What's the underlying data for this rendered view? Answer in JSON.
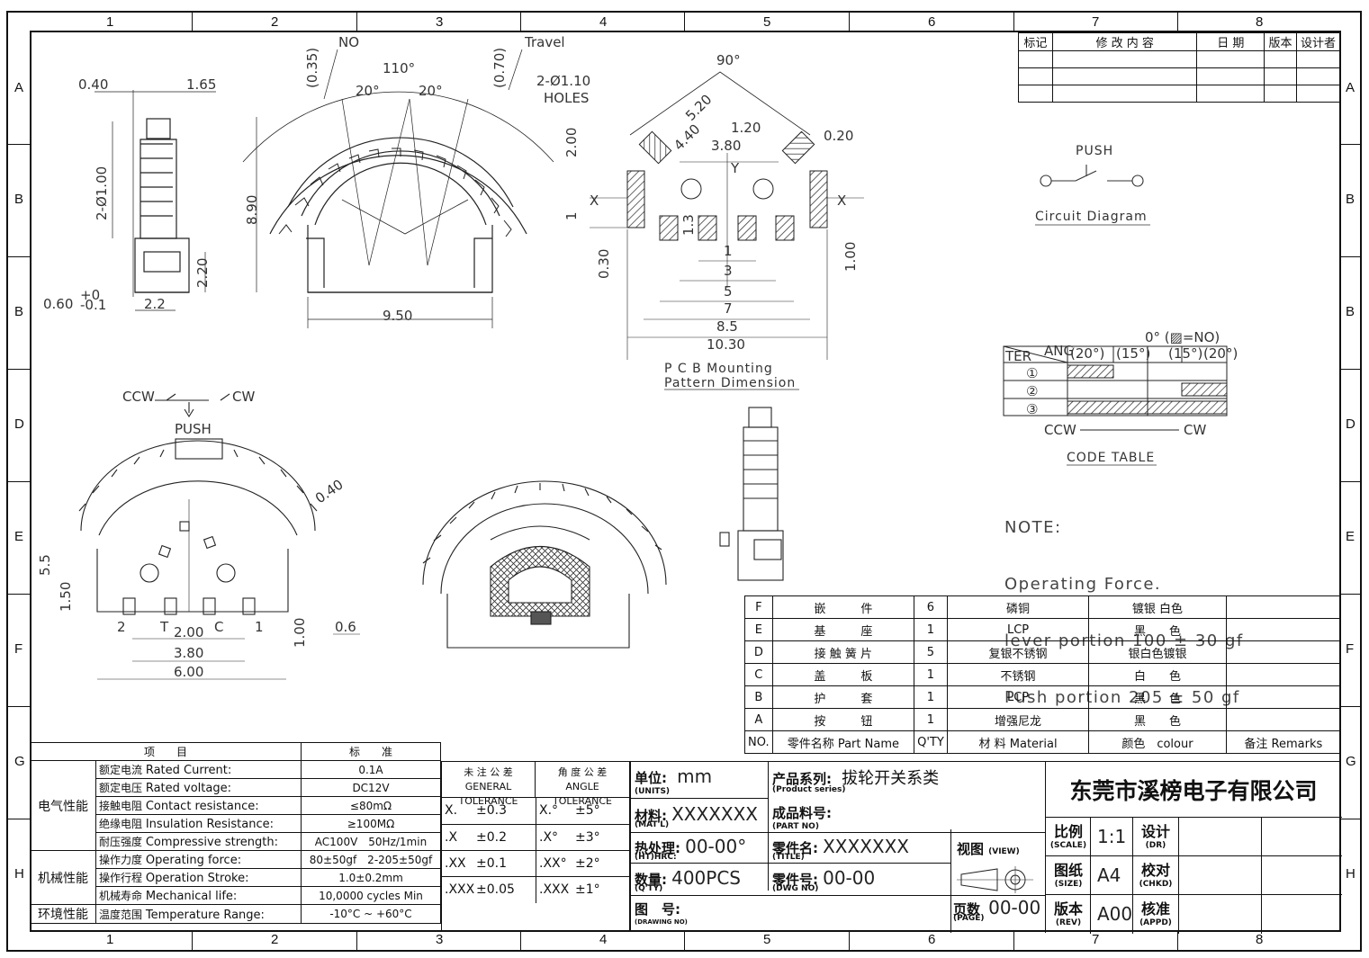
{
  "frame": {
    "col_labels": [
      "1",
      "2",
      "3",
      "4",
      "5",
      "6",
      "7",
      "8"
    ],
    "row_labels": [
      "A",
      "B",
      "B",
      "D",
      "E",
      "F",
      "G",
      "H"
    ]
  },
  "views": {
    "side_dims": [
      "0.40",
      "1.65",
      "2-Ø1.00",
      "2.20",
      "0.60",
      "+0",
      "-0.1",
      "2.2"
    ],
    "front_dims": [
      "(0.35)",
      "NO",
      "Travel",
      "(0.70)",
      "110°",
      "20°",
      "20°",
      "8.90",
      "9.50"
    ],
    "pcb_dims": [
      "2-Ø1.10",
      "HOLES",
      "90°",
      "5.20",
      "4.40",
      "1.20",
      "0.20",
      "3.80",
      "Y",
      "X",
      "X",
      "2.00",
      "1",
      "1.3",
      "1",
      "3",
      "5",
      "7",
      "8.5",
      "10.30",
      "0.30",
      "1.00"
    ],
    "pcb_caption": [
      "P C B Mounting",
      "Pattern Dimension"
    ],
    "push_labels": [
      "CCW",
      "CW",
      "PUSH"
    ],
    "bottom_dims": [
      "5.5",
      "0.40",
      "1.50",
      "2",
      "T",
      "C",
      "1",
      "2.00",
      "3.80",
      "6.00",
      "1.00",
      "0.6"
    ]
  },
  "circuit": {
    "push": "PUSH",
    "caption": "Circuit Diagram"
  },
  "code_table": {
    "legend": "0°  (▨=NO)",
    "header_left": "TER",
    "header_right": "ANG",
    "angles": [
      "(20°)",
      "(15°)",
      "(15°)",
      "(20°)"
    ],
    "rows": [
      "①",
      "②",
      "③"
    ],
    "ccw": "CCW",
    "cw": "CW",
    "caption": "CODE TABLE"
  },
  "note": {
    "title": "NOTE:",
    "lines": [
      "Operating Force.",
      "lever portion 100 ± 30 gf",
      "Push portion 205 ± 50 gf"
    ]
  },
  "revision_table": {
    "headers": [
      "标记",
      "修 改 内 容",
      "日 期",
      "版本",
      "设计者"
    ]
  },
  "bom": {
    "rows": [
      {
        "no": "F",
        "name": "嵌　　　件",
        "qty": "6",
        "material": "磷铜",
        "colour": "镀银 白色",
        "remarks": ""
      },
      {
        "no": "E",
        "name": "基　　　座",
        "qty": "1",
        "material": "LCP",
        "colour": "黑　　色",
        "remarks": ""
      },
      {
        "no": "D",
        "name": "接 触 簧 片",
        "qty": "5",
        "material": "复银不锈钢",
        "colour": "银白色镀银",
        "remarks": ""
      },
      {
        "no": "C",
        "name": "盖　　　板",
        "qty": "1",
        "material": "不锈钢",
        "colour": "白　　色",
        "remarks": ""
      },
      {
        "no": "B",
        "name": "护　　　套",
        "qty": "1",
        "material": "LCP",
        "colour": "黑　　色",
        "remarks": ""
      },
      {
        "no": "A",
        "name": "按　　　钮",
        "qty": "1",
        "material": "增强尼龙",
        "colour": "黑　　色",
        "remarks": ""
      }
    ],
    "headers": {
      "no": "NO.",
      "name": "零件名称 Part Name",
      "qty": "Q'TY",
      "material": "材 料 Material",
      "colour": "颜色　colour",
      "remarks": "备注 Remarks"
    }
  },
  "performance": {
    "header_item": "项　　目",
    "header_std": "标　　准",
    "groups": [
      {
        "group": "电气性能",
        "rows": [
          {
            "cn": "额定电流",
            "en": "Rated Current:",
            "std": "0.1A"
          },
          {
            "cn": "额定电压",
            "en": "Rated voltage:",
            "std": "DC12V"
          },
          {
            "cn": "接触电阻",
            "en": "Contact resistance:",
            "std": "≤80mΩ"
          },
          {
            "cn": "绝缘电阻",
            "en": "Insulation Resistance:",
            "std": "≥100MΩ"
          },
          {
            "cn": "耐压强度",
            "en": "Compressive strength:",
            "std": "AC100V　50Hz/1min"
          }
        ]
      },
      {
        "group": "机械性能",
        "rows": [
          {
            "cn": "操作力度",
            "en": "Operating force:",
            "std": "80±50gf　2-205±50gf"
          },
          {
            "cn": "操作行程",
            "en": "Operation Stroke:",
            "std": "1.0±0.2mm"
          },
          {
            "cn": "机械寿命",
            "en": "Mechanical life:",
            "std": "10,0000 cycles Min"
          }
        ]
      },
      {
        "group": "环境性能",
        "rows": [
          {
            "cn": "温度范围",
            "en": "Temperature Range:",
            "std": "-10°C ~ +60°C"
          }
        ]
      }
    ]
  },
  "tolerance": {
    "general_cn": "未 注 公 差",
    "general_en": "GENERAL TOLERANCE",
    "angle_cn": "角 度 公 差",
    "angle_en": "ANGLE TOLERANCE",
    "general": [
      [
        "X.",
        "±0.3"
      ],
      [
        ".X",
        "±0.2"
      ],
      [
        ".XX",
        "±0.1"
      ],
      [
        ".XXX",
        "±0.05"
      ]
    ],
    "angle": [
      [
        "X.°",
        "±5°"
      ],
      [
        ".X°",
        "±3°"
      ],
      [
        ".XX°",
        "±2°"
      ],
      [
        ".XXX",
        "±1°"
      ]
    ]
  },
  "title_block": {
    "units_label": "单位:",
    "units_sub": "(UNITS)",
    "units": "mm",
    "material_label": "材料:",
    "material_sub": "(MAT'L)",
    "material": "XXXXXXX",
    "ht_label": "热处理:",
    "ht_sub": "(HT)HRC:",
    "ht": "00-00°",
    "qty_label": "数量:",
    "qty_sub": "(Q'TY)",
    "qty": "400PCS",
    "dwg_label": "图　号:",
    "dwg_sub": "(DRAWING NO)",
    "series_label": "产品系列:",
    "series_sub": "(Product series)",
    "series": "拔轮开关系类",
    "partno_label": "成品料号:",
    "partno_sub": "(PART NO)",
    "title_label": "零件名:",
    "title_sub": "(TITLE)",
    "title": "XXXXXXX",
    "dwgno_label": "零件号:",
    "dwgno_sub": "(DWG NO)",
    "dwgno": "00-00",
    "view_label": "视图",
    "view_sub": "(VIEW)",
    "page_label": "页数",
    "page_sub": "(PAGE)",
    "page": "00-00",
    "company": "东莞市溪榜电子有限公司",
    "scale_label": "比例",
    "scale_sub": "(SCALE)",
    "scale": "1:1",
    "size_label": "图纸",
    "size_sub": "(SIZE)",
    "size": "A4",
    "rev_label": "版本",
    "rev_sub": "(REV)",
    "rev": "A00",
    "dr_label": "设计",
    "dr_sub": "(DR)",
    "chkd_label": "校对",
    "chkd_sub": "(CHKD)",
    "appd_label": "核准",
    "appd_sub": "(APPD)"
  }
}
